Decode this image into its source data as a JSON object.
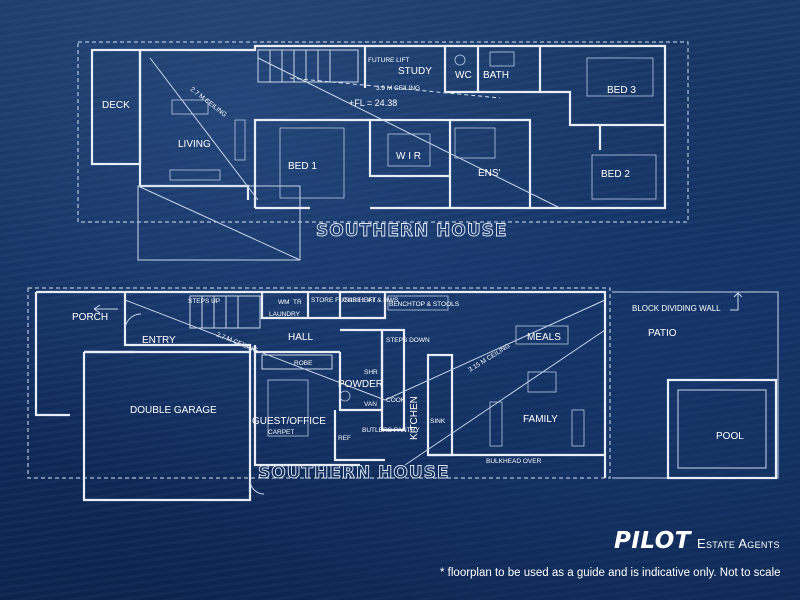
{
  "upper_floor": {
    "rooms": {
      "deck": "DECK",
      "living": "LIVING",
      "ceiling_living": "2.7 M CEILING",
      "future_lift": "FUTURE LIFT",
      "study": "STUDY",
      "wc": "WC",
      "bath": "BATH",
      "bed3": "BED 3",
      "ceiling_study": "3.9 M CEILING",
      "fl": "+FL = 24.38",
      "bed1": "BED 1",
      "wir": "W I R",
      "ens": "ENS'",
      "bed2": "BED 2"
    },
    "title": "SOUTHERN HOUSE"
  },
  "ground_floor": {
    "rooms": {
      "porch": "PORCH",
      "entry": "ENTRY",
      "steps_up": "STEPS UP",
      "wm": "WM",
      "tr": "TR",
      "laundry": "LAUNDRY",
      "store_future_lift": "STORE FUTURE LIFT",
      "gas_heat": "GAS HEAT & HWS",
      "benchtop": "BENCHTOP & STOOLS",
      "block_wall": "BLOCK DIVIDING WALL",
      "patio": "PATIO",
      "hall": "HALL",
      "ceiling_hall": "2.7 M CEILING",
      "steps_down": "STEPS DOWN",
      "meals": "MEALS",
      "ceiling_meals": "3.15 M CEILING",
      "robe": "ROBE",
      "powder": "POWDER",
      "shr": "SHR",
      "van": "VAN",
      "cook": "COOK",
      "double_garage": "DOUBLE GARAGE",
      "guest_office": "GUEST/OFFICE",
      "carpet": "CARPET",
      "kitchen": "KITCHEN",
      "sink": "SINK",
      "family": "FAMILY",
      "pool": "POOL",
      "ref": "REF",
      "butlers_pantry": "BUTLERS PANTRY",
      "bulkhead": "BULKHEAD OVER"
    },
    "title": "SOUTHERN HOUSE"
  },
  "brand": {
    "name": "PILOT",
    "tagline": "Estate Agents"
  },
  "disclaimer": "* floorplan to be used as a guide and is indicative only.  Not to scale",
  "colors": {
    "background": "#123063",
    "linework": "#e8eef8",
    "text": "#ffffff"
  }
}
